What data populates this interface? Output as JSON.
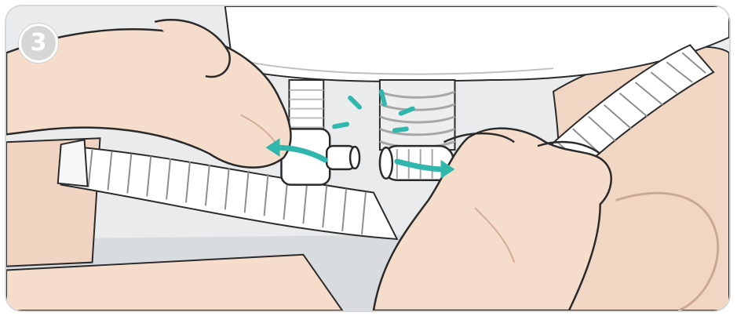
{
  "step": {
    "number": "3"
  },
  "illustration": {
    "subject": "disconnect-breathing-tubes",
    "colors": {
      "skin": "#f6dccb",
      "skin_shadow": "#e9c0a7",
      "outline": "#2a2a2a",
      "tube": "#ffffff",
      "tube_ring": "#d7d7d7",
      "sheet": "#ffffff",
      "background": "#e9ebec",
      "arrow": "#31b6ad",
      "mannequin": "#f2d6c4"
    },
    "arrows": [
      {
        "id": "left-arrow",
        "direction": "left"
      },
      {
        "id": "right-arrow",
        "direction": "right"
      }
    ]
  }
}
